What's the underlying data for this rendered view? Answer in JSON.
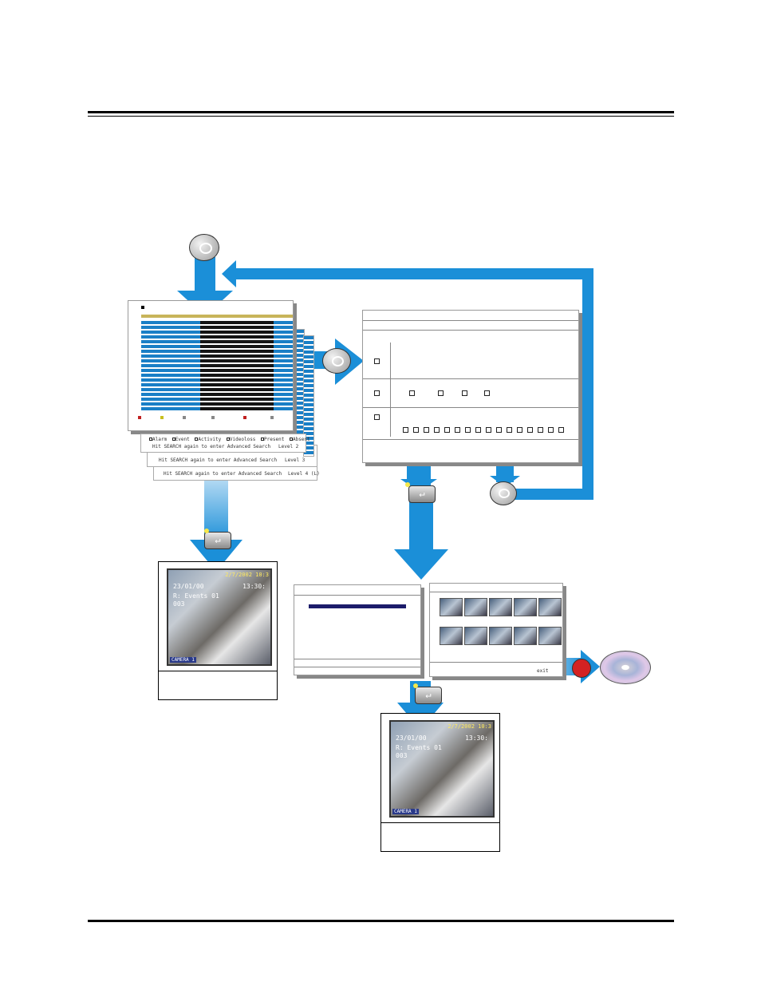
{
  "figure": {
    "colors": {
      "arrow": "#1b8fd8",
      "arrow_light": "#b8dcf4",
      "row_blue": "#1a7fc6",
      "row_black": "#141414",
      "highlight": "#c8b45a",
      "record": "#d42222"
    },
    "icons": [
      "search-key-icon",
      "enter-key-icon",
      "record-button-icon",
      "cd-disc-icon"
    ]
  },
  "search_screen": {
    "legend": [
      "Alarm",
      "Event",
      "Activity",
      "Videoloss",
      "Present",
      "Absent"
    ],
    "levels": [
      {
        "prompt": "Hit SEARCH again to enter Advanced Search",
        "level": "Level 2"
      },
      {
        "prompt": "Hit SEARCH again to enter Advanced Search",
        "level": "Level 3"
      },
      {
        "prompt": "Hit SEARCH again to enter Advanced Search",
        "level": "Level 4 (L)"
      }
    ]
  },
  "live_view": {
    "timestamp": "2/7/2002 10:3",
    "date_left": "23/01/00",
    "time_right": "13:30:",
    "line2": "R: Events 01",
    "line3": "003",
    "camera": "CAMERA 1"
  },
  "export_panel": {
    "footer_tag": "exit"
  }
}
